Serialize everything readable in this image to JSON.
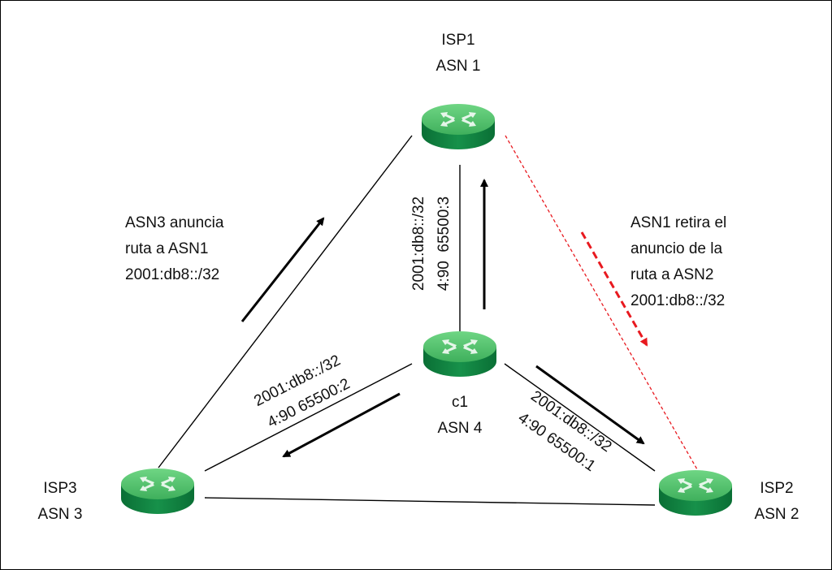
{
  "nodes": {
    "isp1": {
      "name": "ISP1",
      "asn": "ASN 1"
    },
    "isp2": {
      "name": "ISP2",
      "asn": "ASN 2"
    },
    "isp3": {
      "name": "ISP3",
      "asn": "ASN 3"
    },
    "c1": {
      "name": "c1",
      "asn": "ASN 4"
    }
  },
  "annotations": {
    "asn3": {
      "line1": "ASN3 anuncia",
      "line2": "ruta a ASN1",
      "line3": "2001:db8::/32"
    },
    "asn1": {
      "line1": "ASN1 retira el",
      "line2": "anuncio de la",
      "line3": "ruta a ASN2",
      "line4": "2001:db8::/32"
    }
  },
  "route_labels": {
    "to_isp1": {
      "prefix": "2001:db8::/32",
      "community": "4:90  65500:3"
    },
    "to_isp3": {
      "prefix": "2001:db8::/32",
      "community": "4:90 65500:2"
    },
    "to_isp2": {
      "prefix": "2001:db8::/32",
      "community": "4:90 65500:1"
    }
  },
  "colors": {
    "router_top": "#4fc16a",
    "router_side": "#0b7a3b",
    "withdraw_red": "#e8191f",
    "link": "#000000"
  }
}
